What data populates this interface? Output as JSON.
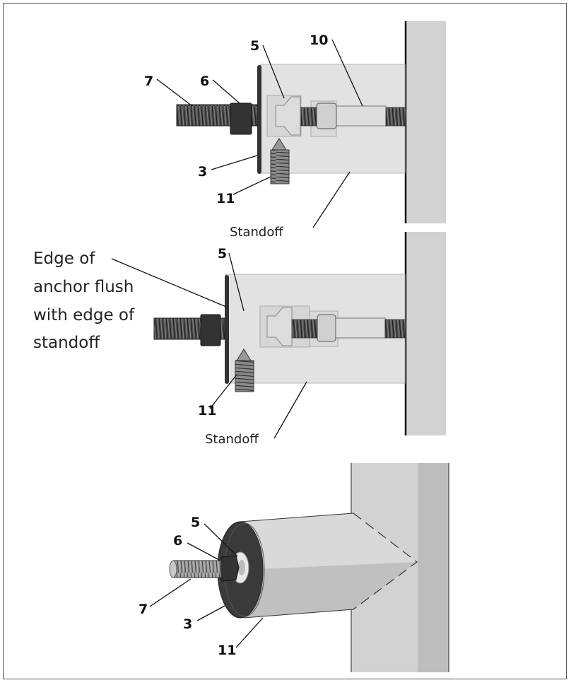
{
  "diagram": {
    "panels": [
      {
        "id": "panel-top",
        "callouts": [
          "7",
          "6",
          "5",
          "10",
          "3",
          "11"
        ],
        "caption": "Standoff"
      },
      {
        "id": "panel-middle",
        "callouts": [
          "5",
          "11"
        ],
        "note_lines": [
          "Edge of",
          "anchor flush",
          "with edge of",
          "standoff"
        ],
        "caption": "Standoff"
      },
      {
        "id": "panel-bottom",
        "callouts": [
          "5",
          "6",
          "7",
          "3",
          "11"
        ]
      }
    ],
    "colors": {
      "wall": "#d2d2d2",
      "wall_side": "#bdbdbd",
      "standoff_body": "#e0e0e0",
      "dark_part": "#333333",
      "outline": "#222222"
    }
  }
}
